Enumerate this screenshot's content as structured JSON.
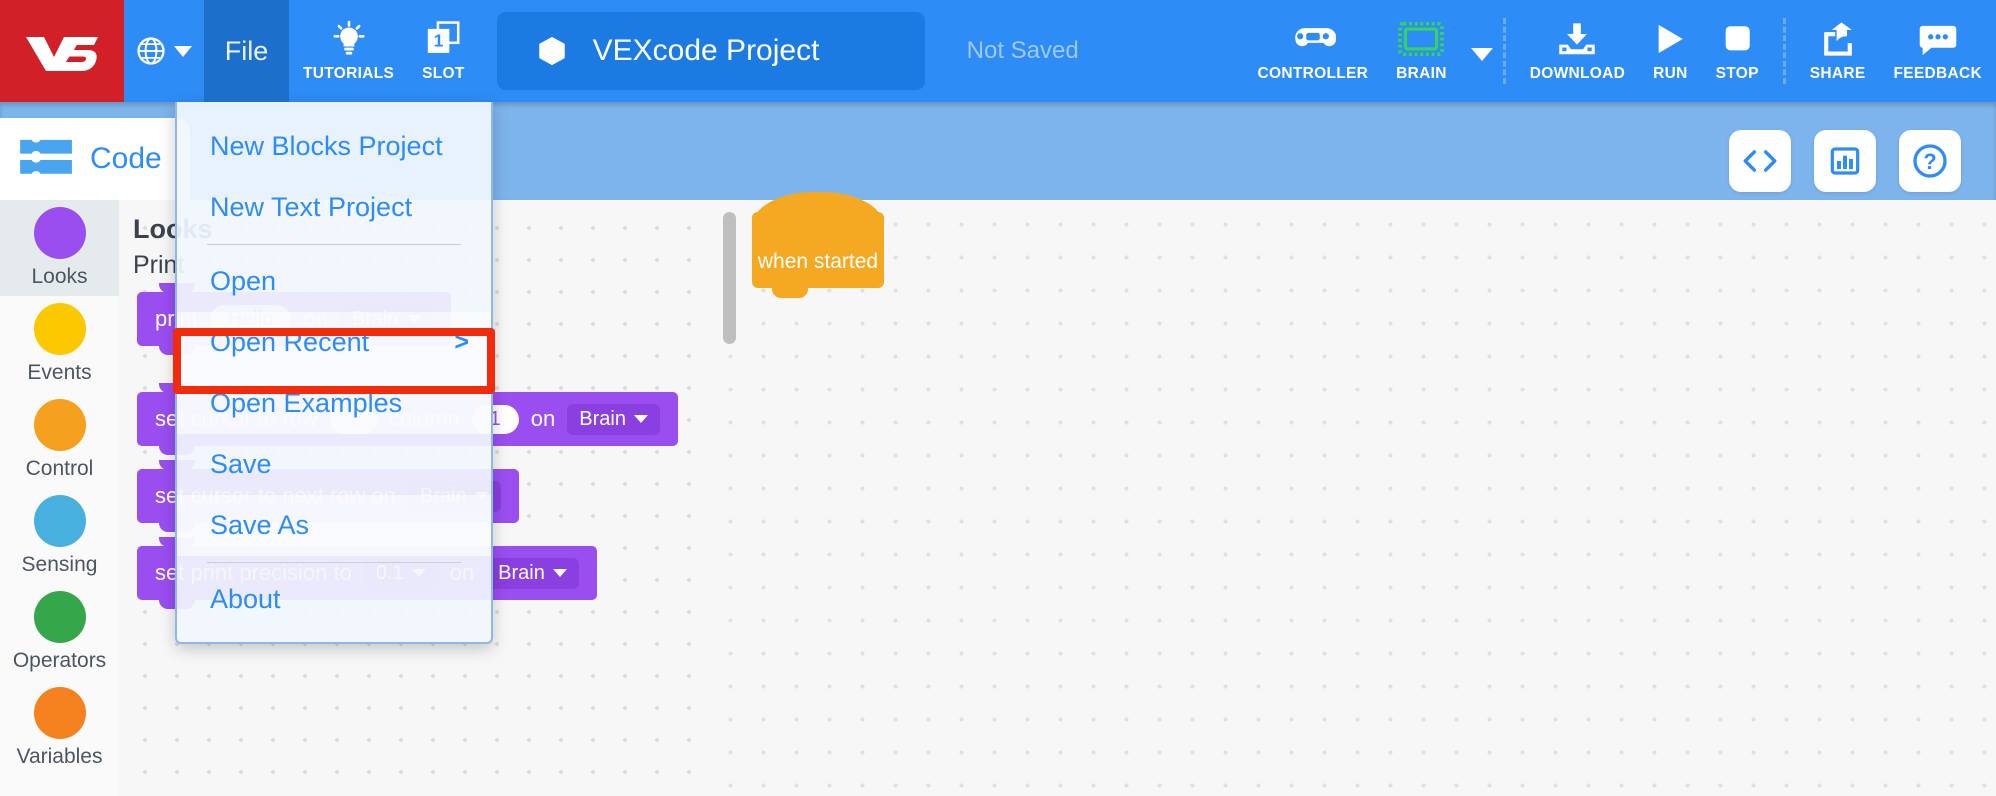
{
  "toolbar": {
    "logo_text": "V5",
    "language_icon": "globe-icon",
    "file_label": "File",
    "tutorials_label": "TUTORIALS",
    "tutorials_icon": "lightbulb-icon",
    "slot_label": "SLOT",
    "slot_number": "1",
    "project_name": "VEXcode Project",
    "project_icon": "hexagon-icon",
    "save_status": "Not Saved",
    "controller_label": "CONTROLLER",
    "controller_icon": "gamepad-icon",
    "brain_label": "BRAIN",
    "brain_icon": "brain-screen-icon",
    "download_label": "DOWNLOAD",
    "download_icon": "download-icon",
    "run_label": "RUN",
    "run_icon": "play-icon",
    "stop_label": "STOP",
    "stop_icon": "stop-square-icon",
    "share_label": "SHARE",
    "share_icon": "share-box-icon",
    "feedback_label": "FEEDBACK",
    "feedback_icon": "comment-dots-icon"
  },
  "subbar": {
    "code_tab_label": "Code",
    "code_tab_icon": "blocks-icon",
    "icons": [
      {
        "name": "toggle-text-view",
        "glyph": "<>"
      },
      {
        "name": "monitor-console",
        "glyph": "monitor-icon"
      },
      {
        "name": "help",
        "glyph": "?"
      }
    ]
  },
  "file_menu": {
    "items": [
      {
        "label": "New Blocks Project",
        "submenu": false,
        "highlighted": false
      },
      {
        "label": "New Text Project",
        "submenu": false,
        "highlighted": false
      },
      {
        "separator_after": true
      },
      {
        "label": "Open",
        "submenu": false,
        "highlighted": false
      },
      {
        "label": "Open Recent",
        "submenu": true,
        "arrow": ">",
        "highlighted": true
      },
      {
        "label": "Open Examples",
        "submenu": false,
        "highlighted": true,
        "annotated": true
      },
      {
        "label": "Save",
        "submenu": false,
        "highlighted": false
      },
      {
        "label": "Save As",
        "submenu": false,
        "highlighted": true
      },
      {
        "separator_after": true
      },
      {
        "label": "About",
        "submenu": false,
        "highlighted": false
      }
    ],
    "annotation_color": "#f22b0a"
  },
  "sidebar": {
    "categories": [
      {
        "label": "Looks",
        "color": "#9a4ef0",
        "selected": true
      },
      {
        "label": "Events",
        "color": "#fcc800",
        "selected": false
      },
      {
        "label": "Control",
        "color": "#f5a01e",
        "selected": false
      },
      {
        "label": "Sensing",
        "color": "#48b0de",
        "selected": false
      },
      {
        "label": "Operators",
        "color": "#35a74a",
        "selected": false
      },
      {
        "label": "Variables",
        "color": "#f5821f",
        "selected": false
      }
    ]
  },
  "palette": {
    "heading": "Looks",
    "subheading": "Print",
    "blocks": [
      {
        "id": "print-block",
        "parts": [
          {
            "type": "label",
            "text": "print"
          },
          {
            "type": "oval",
            "text": "Hello"
          },
          {
            "type": "label",
            "text": "on"
          },
          {
            "type": "dropdown",
            "text": "Brain"
          }
        ]
      },
      {
        "id": "set-cursor-row-column-block",
        "parts": [
          {
            "type": "label",
            "text": "set cursor to row"
          },
          {
            "type": "oval",
            "text": "1"
          },
          {
            "type": "label",
            "text": "column"
          },
          {
            "type": "oval",
            "text": "1"
          },
          {
            "type": "label",
            "text": "on"
          },
          {
            "type": "dropdown",
            "text": "Brain"
          }
        ]
      },
      {
        "id": "set-cursor-next-row-block",
        "parts": [
          {
            "type": "label",
            "text": "set cursor to next row on"
          },
          {
            "type": "dropdown",
            "text": "Brain"
          }
        ]
      },
      {
        "id": "set-print-precision-block",
        "parts": [
          {
            "type": "label",
            "text": "set print precision to"
          },
          {
            "type": "dropdown",
            "text": "0.1"
          },
          {
            "type": "label",
            "text": "on"
          },
          {
            "type": "dropdown",
            "text": "Brain"
          }
        ]
      }
    ]
  },
  "workspace": {
    "hat_block_label": "when started",
    "hat_block_color": "#f5a922"
  },
  "colors": {
    "toolbar_blue": "#2d8cf5",
    "file_active": "#1d6fcc",
    "logo_red": "#d22028",
    "subbar_blue": "#7db4ec",
    "link_blue": "#2d8cf5",
    "annotation_red": "#f22b0a",
    "brain_green": "#35d45e"
  }
}
